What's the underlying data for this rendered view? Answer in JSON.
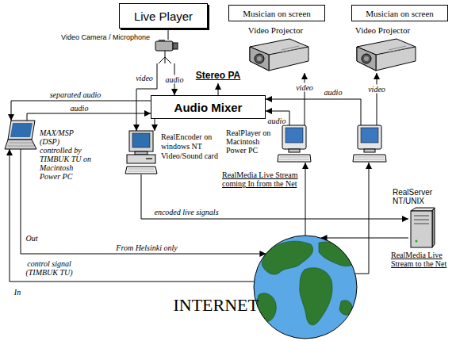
{
  "diagram": {
    "nodes": [
      {
        "text": [
          "Live Player"
        ]
      },
      {
        "text": [
          "Musician on screen"
        ]
      },
      {
        "text": [
          "Musician on screen"
        ]
      },
      {
        "text": [
          "Video Camera / Microphone"
        ]
      },
      {
        "text": [
          "Video Projector"
        ]
      },
      {
        "text": [
          "Video Projector"
        ]
      },
      {
        "text": [
          "Stereo PA"
        ]
      },
      {
        "text": [
          "Audio Mixer"
        ]
      },
      {
        "text": [
          "MAX/MSP (DSP) controlled by TIMBUK TU on Macintosh Power PC"
        ]
      },
      {
        "text": [
          "RealEncoder on windows NT Video/Sound card"
        ]
      },
      {
        "text": [
          "RealPlayer on Macintosh Power PC",
          "RealMedia Live Stream coming In from the Net"
        ]
      },
      {
        "text": [
          "RealServer NT/UNIX",
          "RealMedia Live Stream to the Net"
        ]
      },
      {
        "text": [
          "INTERNET"
        ]
      }
    ],
    "edges": [
      {
        "from": 0,
        "to": 3,
        "arrow": "none"
      },
      {
        "from": 3,
        "to": 9,
        "label": "video",
        "arrow": "to"
      },
      {
        "from": 3,
        "to": 7,
        "label": "audio",
        "arrow": "to"
      },
      {
        "from": 7,
        "to": 6,
        "arrow": "to"
      },
      {
        "from": 10,
        "to": 4,
        "label": "video",
        "arrow": "to"
      },
      {
        "from": 10,
        "to": 7,
        "label": "audio",
        "arrow": "to"
      },
      {
        "from": 7,
        "to": 8,
        "label": "separated audio",
        "arrow": "to"
      },
      {
        "from": 8,
        "to": 7,
        "label": "audio",
        "arrow": "to"
      },
      {
        "from": 7,
        "to": 9,
        "arrow": "to"
      },
      {
        "from": 9,
        "to": 11,
        "label": "encoded live signals",
        "arrow": "to"
      },
      {
        "from": 11,
        "to": 12,
        "arrow": "to"
      },
      {
        "from": 12,
        "to": 10,
        "arrow": "to"
      },
      {
        "from": 8,
        "to": 12,
        "label": "From Helsinki only",
        "arrow": "to"
      },
      {
        "from": 12,
        "to": 8,
        "label": "control signal (TIMBUK TU)",
        "arrow": "to"
      }
    ],
    "labels": [
      "video",
      "audio",
      "Out",
      "In"
    ]
  }
}
